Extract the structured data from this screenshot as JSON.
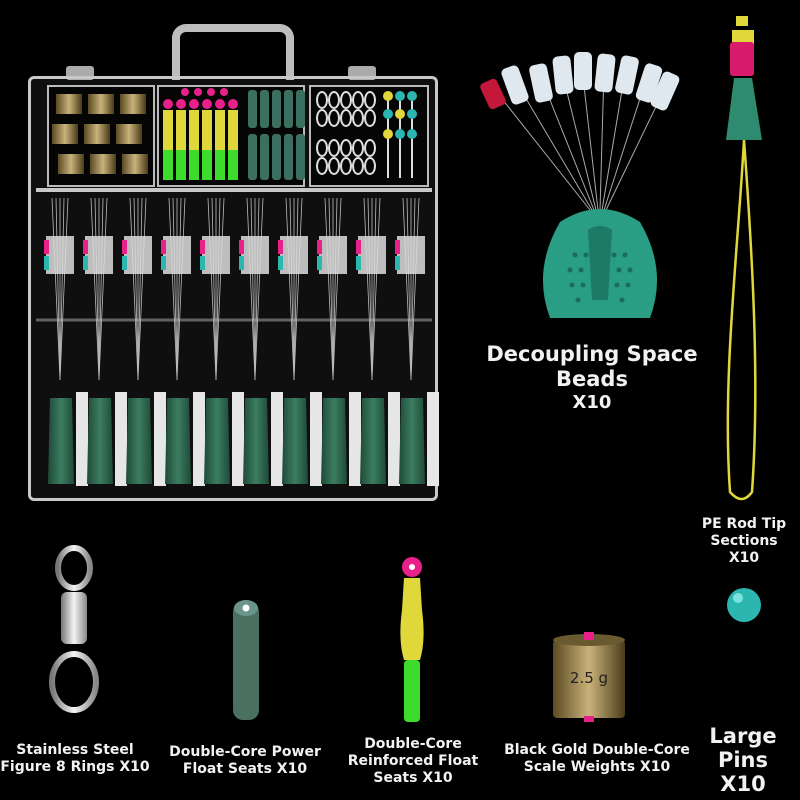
{
  "labels": {
    "decoupling": {
      "line1": "Decoupling Space",
      "line2": "Beads",
      "qty": "X10"
    },
    "pe_rod": {
      "line1": "PE Rod Tip",
      "line2": "Sections",
      "qty": "X10"
    },
    "rings": {
      "line1": "Stainless Steel",
      "line2": "Figure 8 Rings X10"
    },
    "power_float": {
      "line1": "Double-Core Power",
      "line2": "Float Seats X10"
    },
    "reinforced_float": {
      "line1": "Double-Core",
      "line2": "Reinforced Float",
      "line3": "Seats X10"
    },
    "weights": {
      "line1": "Black Gold Double-Core",
      "line2": "Scale Weights X10"
    },
    "pins": {
      "line1": "Large",
      "line2": "Pins",
      "qty": "X10"
    }
  },
  "weight_marking": "2.5 g",
  "colors": {
    "background": "#000000",
    "green_seat": "#2e6b52",
    "sea_green": "#3aa389",
    "yellow": "#e0d83a",
    "pink": "#e8208a",
    "bright_green": "#3ddc2c",
    "teal_bead": "#2bb6b0"
  }
}
